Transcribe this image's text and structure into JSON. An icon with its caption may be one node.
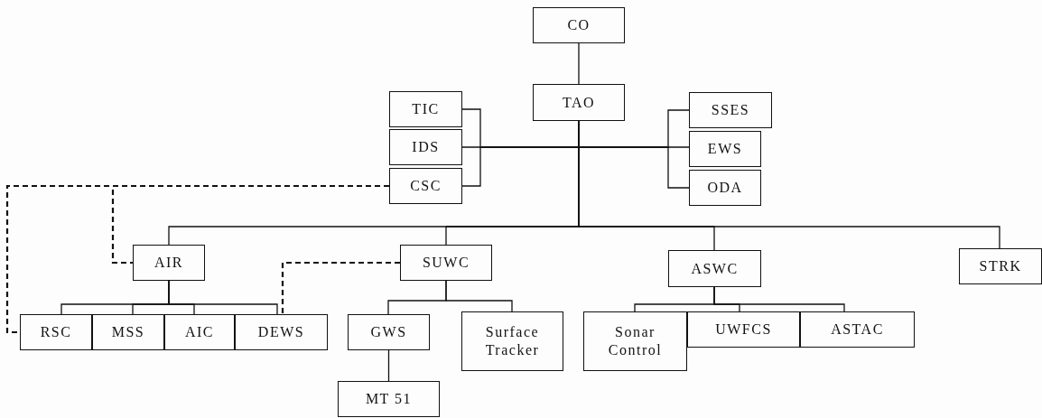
{
  "diagram": {
    "nodes": [
      {
        "text": [
          "CO"
        ]
      },
      {
        "text": [
          "TAO"
        ]
      },
      {
        "text": [
          "TIC"
        ]
      },
      {
        "text": [
          "IDS"
        ]
      },
      {
        "text": [
          "CSC"
        ]
      },
      {
        "text": [
          "SSES"
        ]
      },
      {
        "text": [
          "EWS"
        ]
      },
      {
        "text": [
          "ODA"
        ]
      },
      {
        "text": [
          "AIR"
        ]
      },
      {
        "text": [
          "SUWC"
        ]
      },
      {
        "text": [
          "ASWC"
        ]
      },
      {
        "text": [
          "STRK"
        ]
      },
      {
        "text": [
          "RSC"
        ]
      },
      {
        "text": [
          "MSS"
        ]
      },
      {
        "text": [
          "AIC"
        ]
      },
      {
        "text": [
          "DEWS"
        ]
      },
      {
        "text": [
          "GWS"
        ]
      },
      {
        "text": [
          "Surface Tracker"
        ]
      },
      {
        "text": [
          "Sonar Control"
        ]
      },
      {
        "text": [
          "UWFCS"
        ]
      },
      {
        "text": [
          "ASTAC"
        ]
      },
      {
        "text": [
          "MT 51"
        ]
      }
    ],
    "edges": [
      {
        "from": 0,
        "to": 1,
        "arrow": "none"
      },
      {
        "from": 1,
        "to": 2,
        "arrow": "none"
      },
      {
        "from": 1,
        "to": 3,
        "arrow": "none"
      },
      {
        "from": 1,
        "to": 4,
        "arrow": "none"
      },
      {
        "from": 1,
        "to": 5,
        "arrow": "none"
      },
      {
        "from": 1,
        "to": 6,
        "arrow": "none"
      },
      {
        "from": 1,
        "to": 7,
        "arrow": "none"
      },
      {
        "from": 1,
        "to": 8,
        "arrow": "none"
      },
      {
        "from": 1,
        "to": 9,
        "arrow": "none"
      },
      {
        "from": 1,
        "to": 10,
        "arrow": "none"
      },
      {
        "from": 1,
        "to": 11,
        "arrow": "none"
      },
      {
        "from": 8,
        "to": 12,
        "arrow": "none"
      },
      {
        "from": 8,
        "to": 13,
        "arrow": "none"
      },
      {
        "from": 8,
        "to": 14,
        "arrow": "none"
      },
      {
        "from": 8,
        "to": 15,
        "arrow": "none"
      },
      {
        "from": 9,
        "to": 16,
        "arrow": "none"
      },
      {
        "from": 9,
        "to": 17,
        "arrow": "none"
      },
      {
        "from": 10,
        "to": 18,
        "arrow": "none"
      },
      {
        "from": 10,
        "to": 19,
        "arrow": "none"
      },
      {
        "from": 10,
        "to": 20,
        "arrow": "none"
      },
      {
        "from": 16,
        "to": 21,
        "arrow": "none"
      },
      {
        "from": 4,
        "to": 8,
        "arrow": "none",
        "style": "dashed"
      },
      {
        "from": 4,
        "to": 12,
        "arrow": "none",
        "style": "dashed"
      },
      {
        "from": 9,
        "to": 15,
        "arrow": "none",
        "style": "dashed"
      }
    ]
  }
}
